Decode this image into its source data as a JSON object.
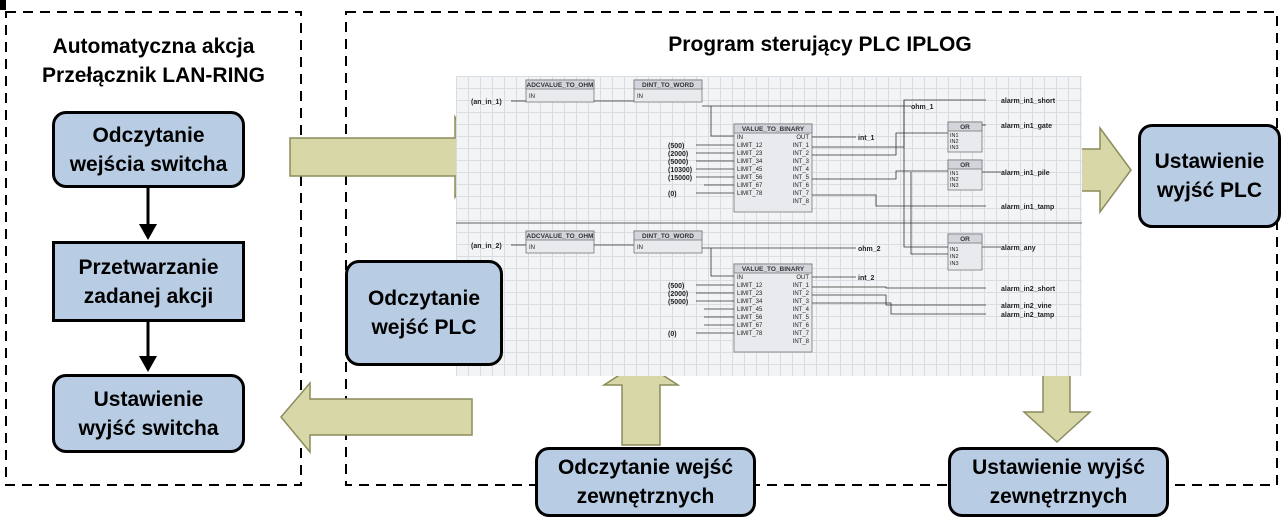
{
  "left_panel": {
    "title_line1": "Automatyczna akcja",
    "title_line2": "Przełącznik LAN-RING",
    "step1": "Odczytanie\nwejścia switcha",
    "step2": "Przetwarzanie\nzadanej akcji",
    "step3": "Ustawienie\nwyjść switcha"
  },
  "right_panel": {
    "title": "Program sterujący PLC IPLOG",
    "read_plc_inputs": "Odczytanie\nwejść PLC",
    "set_plc_outputs": "Ustawienie\nwyjść PLC",
    "read_external_inputs": "Odczytanie wejść\nzewnętrznych",
    "set_external_outputs": "Ustawienie wyjść\nzewnętrznych"
  },
  "plc_program": {
    "block_adc": "ADCVALUE_TO_OHM",
    "block_dint": "DINT_TO_WORD",
    "block_vtb": "VALUE_TO_BINARY",
    "block_or": "OR",
    "pin_in": "IN",
    "pin_out": "OUT",
    "or_inputs": [
      "IN1",
      "IN2",
      "IN3"
    ],
    "limit_pins": [
      "LIMIT_12",
      "LIMIT_23",
      "LIMIT_34",
      "LIMIT_45",
      "LIMIT_56",
      "LIMIT_67",
      "LIMIT_78"
    ],
    "int_pins": [
      "INT_1",
      "INT_2",
      "INT_3",
      "INT_4",
      "INT_5",
      "INT_6",
      "INT_7",
      "INT_8"
    ],
    "input_1": "(an_in_1)",
    "input_2": "(an_in_2)",
    "limits_1": [
      "(500)",
      "(2000)",
      "(5000)",
      "(10300)",
      "(15000)",
      "",
      "(0)"
    ],
    "limits_2": [
      "(500)",
      "(2000)",
      "(5000)",
      "",
      "",
      "",
      "(0)"
    ],
    "ohm_1": "ohm_1",
    "ohm_2": "ohm_2",
    "int_1": "int_1",
    "int_2": "int_2",
    "outputs_1": [
      "alarm_in1_short",
      "alarm_in1_gate",
      "alarm_in1_pile",
      "alarm_in1_tamp"
    ],
    "alarm_any": "alarm_any",
    "outputs_2": [
      "alarm_in2_short",
      "alarm_in2_vine",
      "alarm_in2_tamp"
    ]
  },
  "colors": {
    "box_fill": "#b8cce4",
    "arrow_fill": "#d7d7a7",
    "arrow_stroke": "#8b8b5c",
    "grid_bg": "#f2f4f6"
  }
}
